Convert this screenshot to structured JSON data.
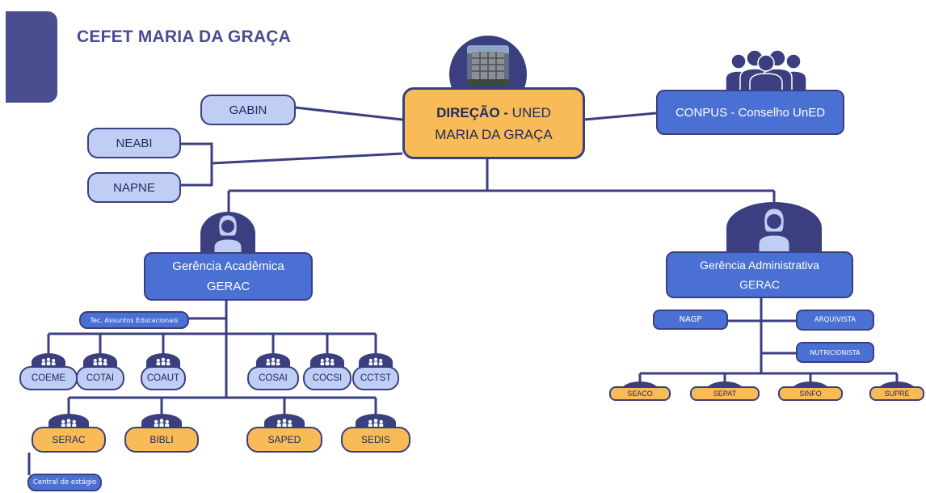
{
  "header": {
    "title": "CEFET MARIA DA GRAÇA"
  },
  "colors": {
    "navy": "#3b3f7f",
    "light_blue": "#c0cdf5",
    "blue": "#4b70d4",
    "orange": "#f8bb58"
  },
  "direcao": {
    "line1_bold": "DIREÇÃO -",
    "line1_rest": " UNED",
    "line2": "MARIA DA GRAÇA"
  },
  "gabin": "GABIN",
  "conpus": "CONPUS - Conselho UnED",
  "neabi": "NEABI",
  "napne": "NAPNE",
  "gerencia_academica": {
    "line1": "Gerência Acadêmica",
    "line2": "GERAC"
  },
  "gerencia_administrativa": {
    "line1": "Gerência Administrativa",
    "line2": "GERAC"
  },
  "tec_assuntos": "Tec. Assuntos Educacionais",
  "academic_units": [
    "COEME",
    "COTAI",
    "COAUT",
    "COSAI",
    "COCSI",
    "CCTST"
  ],
  "academic_services": [
    "SERAC",
    "BIBLI",
    "SAPED",
    "SEDIS"
  ],
  "central_estagio": "Central de estágio",
  "nagp": "NAGP",
  "arquivista": "ARQUIVISTA",
  "nutricionista": "NUTRICIONISTA",
  "admin_services": [
    "SEACO",
    "SEPAT",
    "SINFO",
    "SUPRE"
  ],
  "icons": {
    "team": "team-icon",
    "person": "person-icon",
    "building": "building-photo"
  }
}
